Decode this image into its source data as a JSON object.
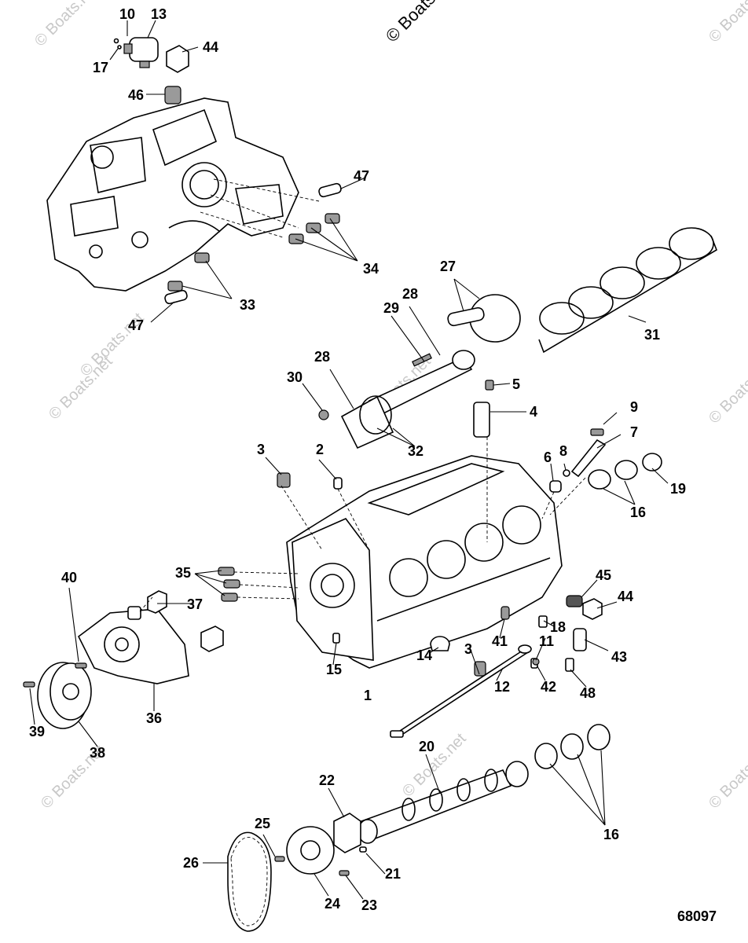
{
  "watermark": {
    "text": "© Boats.net",
    "top_text": "© Boats"
  },
  "figure_number": "68097",
  "callouts": [
    "10",
    "13",
    "17",
    "44",
    "46",
    "47",
    "34",
    "33",
    "47",
    "27",
    "28",
    "29",
    "31",
    "30",
    "28",
    "5",
    "4",
    "32",
    "9",
    "3",
    "2",
    "7",
    "6",
    "8",
    "19",
    "16",
    "40",
    "35",
    "37",
    "45",
    "44",
    "18",
    "11",
    "43",
    "41",
    "3",
    "14",
    "15",
    "42",
    "48",
    "12",
    "1",
    "36",
    "39",
    "38",
    "20",
    "16",
    "22",
    "25",
    "26",
    "24",
    "21",
    "23"
  ]
}
